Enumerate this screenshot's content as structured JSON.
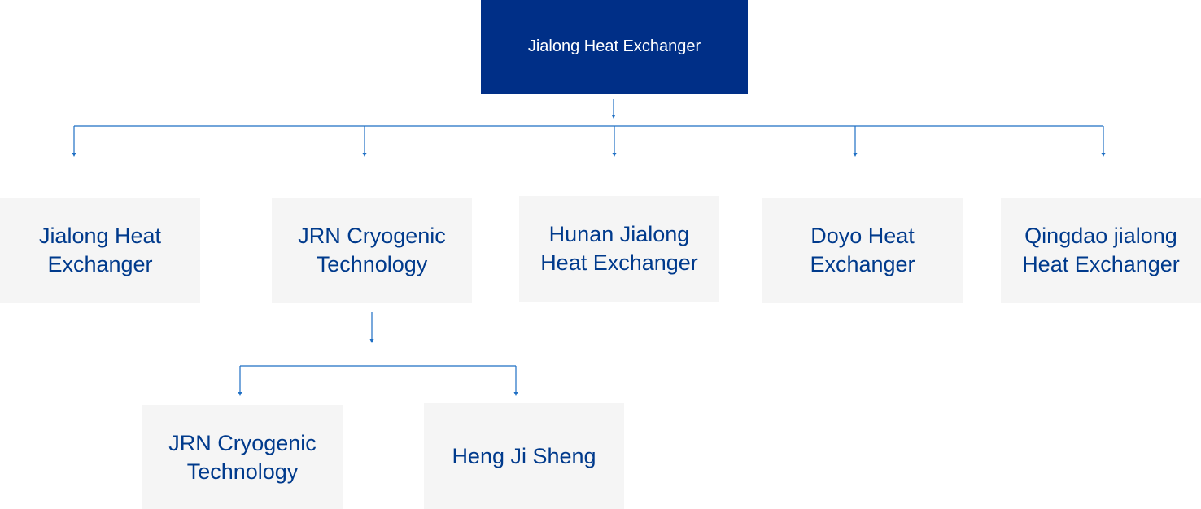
{
  "colors": {
    "root_fill": "#002f87",
    "root_text": "#ffffff",
    "node_fill": "#f5f5f5",
    "node_text": "#003a8c",
    "connector": "#1f6fc4"
  },
  "root": {
    "label": "Jialong Heat Exchanger"
  },
  "children": [
    {
      "id": "jialong",
      "label": "Jialong Heat Exchanger"
    },
    {
      "id": "jrn",
      "label": "JRN Cryogenic Technology"
    },
    {
      "id": "hunan",
      "label": "Hunan Jialong Heat Exchanger"
    },
    {
      "id": "doyo",
      "label": "Doyo Heat Exchanger"
    },
    {
      "id": "qingdao",
      "label": "Qingdao jialong Heat Exchanger"
    }
  ],
  "jrn_children": [
    {
      "id": "jrn-sub",
      "label": "JRN Cryogenic Technology"
    },
    {
      "id": "hengji",
      "label": "Heng Ji Sheng"
    }
  ]
}
